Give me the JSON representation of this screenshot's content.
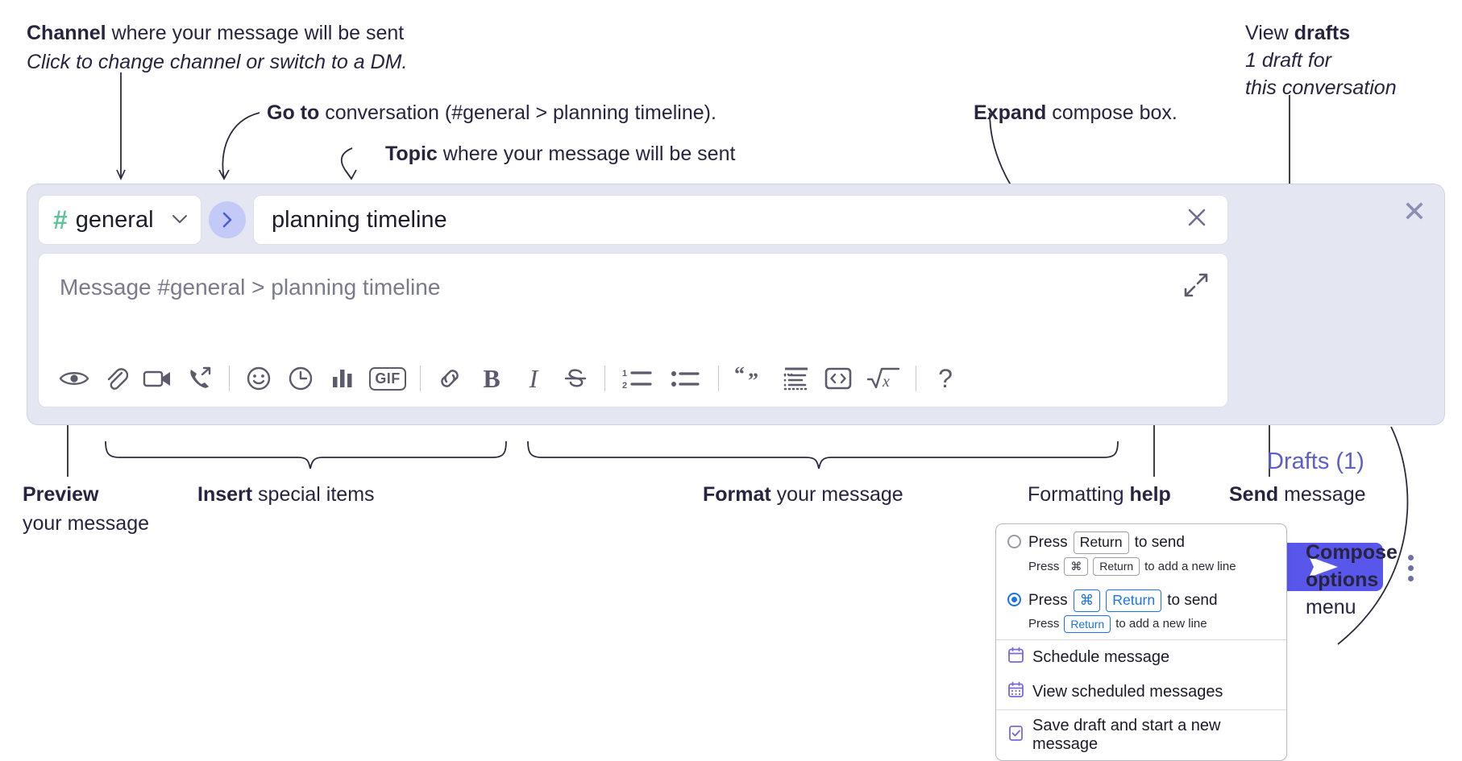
{
  "annotations": {
    "channel": {
      "bold": "Channel",
      "rest": " where your message will be sent",
      "italic": "Click to change channel or switch to a DM."
    },
    "goto": {
      "bold": "Go to",
      "rest": " conversation (#general > planning timeline)."
    },
    "topic": {
      "bold": "Topic",
      "rest": " where your message will be sent"
    },
    "expand": {
      "bold": "Expand",
      "rest": " compose box."
    },
    "drafts": {
      "pre": "View ",
      "bold": "drafts",
      "italic1": "1 draft for",
      "italic2": "this conversation"
    },
    "preview": {
      "bold": "Preview",
      "line2": "your message"
    },
    "insert": {
      "bold": "Insert",
      "rest": " special items"
    },
    "format": {
      "bold": "Format",
      "rest": " your message"
    },
    "help": {
      "pre": "Formatting ",
      "bold": "help"
    },
    "send": {
      "bold": "Send",
      "rest": " message"
    },
    "compose_options": {
      "line1": "Compose",
      "line2": "options",
      "line3": "menu"
    }
  },
  "compose": {
    "channel_name": "general",
    "channel_hash": "#",
    "chevron": "⌄",
    "goto_glyph": "❯",
    "topic_value": "planning timeline",
    "topic_clear": "✕",
    "message_placeholder": "Message #general > planning timeline",
    "panel_close": "✕",
    "drafts_label": "Drafts (1)",
    "toolbar": [
      {
        "name": "preview-icon",
        "label": "Preview"
      },
      {
        "name": "attachment-icon",
        "label": "Attach file"
      },
      {
        "name": "video-icon",
        "label": "Record video clip"
      },
      {
        "name": "phone-forward-icon",
        "label": "Record audio clip"
      },
      {
        "name": "divider",
        "label": ""
      },
      {
        "name": "emoji-icon",
        "label": "Emoji"
      },
      {
        "name": "clock-icon",
        "label": "Reminder"
      },
      {
        "name": "bar-chart-icon",
        "label": "Poll"
      },
      {
        "name": "gif-icon",
        "label": "GIF"
      },
      {
        "name": "divider",
        "label": ""
      },
      {
        "name": "link-icon",
        "label": "Link"
      },
      {
        "name": "bold-icon",
        "label": "B"
      },
      {
        "name": "italic-icon",
        "label": "I"
      },
      {
        "name": "strikethrough-icon",
        "label": "S"
      },
      {
        "name": "divider",
        "label": ""
      },
      {
        "name": "ordered-list-icon",
        "label": "Ordered list"
      },
      {
        "name": "bullet-list-icon",
        "label": "Bulleted list"
      },
      {
        "name": "divider",
        "label": ""
      },
      {
        "name": "blockquote-icon",
        "label": "Blockquote"
      },
      {
        "name": "code-block-icon",
        "label": "Code block"
      },
      {
        "name": "inline-code-icon",
        "label": "Code"
      },
      {
        "name": "math-icon",
        "label": "Math"
      },
      {
        "name": "divider",
        "label": ""
      },
      {
        "name": "help-icon",
        "label": "?"
      }
    ]
  },
  "menu": {
    "option1": {
      "pre": "Press ",
      "key": "Return",
      "post": " to send",
      "sub_pre": "Press ",
      "sub_key1": "⌘",
      "sub_key2": "Return",
      "sub_post": " to add a new line",
      "selected": false
    },
    "option2": {
      "pre": "Press ",
      "key1": "⌘",
      "key2": "Return",
      "post": " to send",
      "sub_pre": "Press ",
      "sub_key": "Return",
      "sub_post": " to add a new line",
      "selected": true
    },
    "items": [
      {
        "icon": "calendar-icon",
        "label": "Schedule message"
      },
      {
        "icon": "calendar-grid-icon",
        "label": "View scheduled messages"
      },
      {
        "icon": "document-check-icon",
        "label": "Save draft and start a new message"
      }
    ]
  },
  "colors": {
    "compose_bg": "#e4e6f2",
    "send_button": "#5856eb",
    "drafts_text": "#5b5fc7",
    "hash_green": "#5ec49a",
    "goto_bg": "#c3caf8",
    "accent_blue": "#1a73e8",
    "menu_icon_purple": "#7b68d6"
  }
}
